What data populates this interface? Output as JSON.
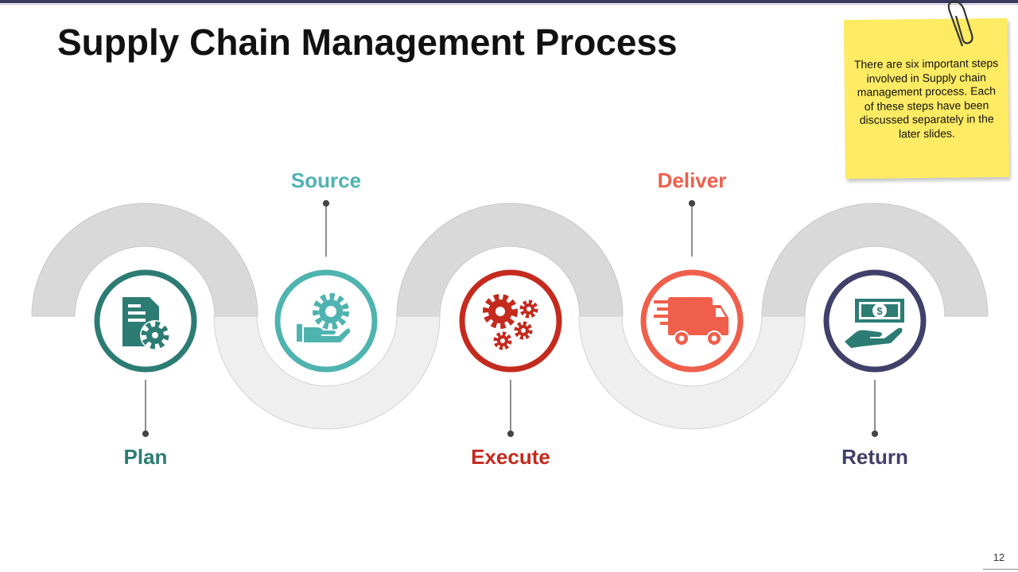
{
  "slide": {
    "title": "Supply Chain Management Process",
    "page_number": "12"
  },
  "note": {
    "text": "There are six important steps involved in Supply chain management process. Each of these steps have been discussed separately in the later slides."
  },
  "steps": [
    {
      "label": "Plan",
      "color": "#2c7c74",
      "icon": "document-gear-icon"
    },
    {
      "label": "Source",
      "color": "#4fb3b0",
      "icon": "hand-gear-icon"
    },
    {
      "label": "Execute",
      "color": "#c42a1e",
      "icon": "gears-icon"
    },
    {
      "label": "Deliver",
      "color": "#ef5f4b",
      "icon": "delivery-truck-icon"
    },
    {
      "label": "Return",
      "color": "#40406a",
      "icon": "hand-money-icon"
    }
  ]
}
